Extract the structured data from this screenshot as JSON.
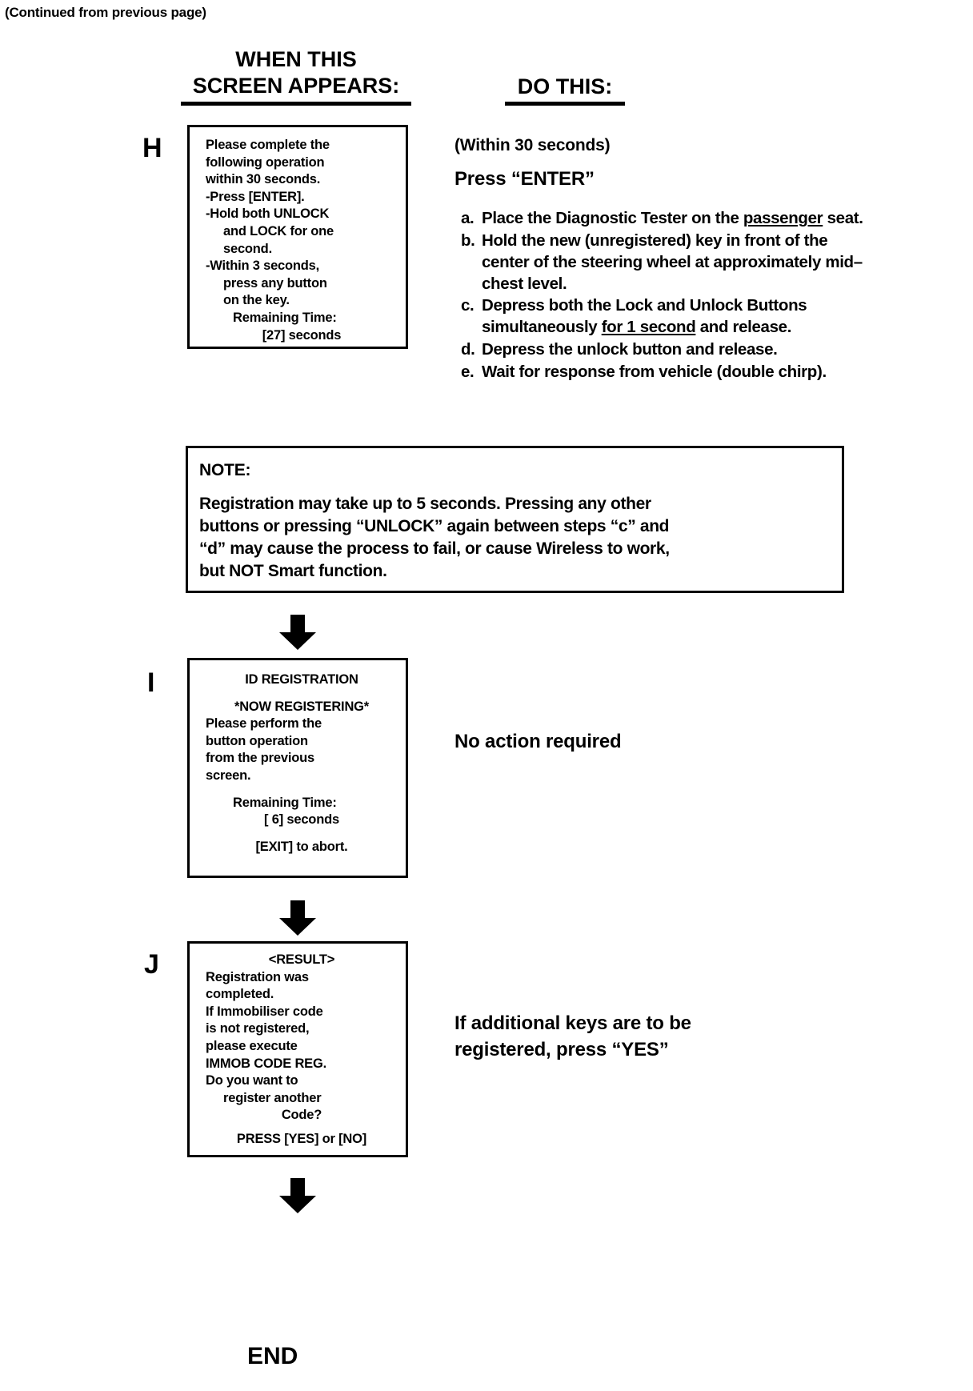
{
  "page": {
    "continued_note": "(Continued from previous page)",
    "end_label": "END"
  },
  "headers": {
    "left_line1": "WHEN THIS",
    "left_line2": "SCREEN APPEARS:",
    "right": "DO THIS:"
  },
  "flow": {
    "letter_h": "H",
    "letter_i": "I",
    "letter_j": "J"
  },
  "screen_h": {
    "lines": [
      "Please complete the",
      "following operation",
      "within 30 seconds."
    ],
    "bullets": [
      "-Press [ENTER].",
      "-Hold both UNLOCK",
      "and LOCK for one",
      "second.",
      "-Within 3 seconds,",
      "press any button",
      "on the key."
    ],
    "remaining_label": "Remaining Time:",
    "remaining_value": "[27] seconds"
  },
  "screen_i": {
    "title": "ID REGISTRATION",
    "status": "*NOW REGISTERING*",
    "lines": [
      "Please perform the",
      "button operation",
      "from the previous",
      "screen."
    ],
    "remaining_label": "Remaining Time:",
    "remaining_value": "[ 6] seconds",
    "abort": "[EXIT] to abort."
  },
  "screen_j": {
    "title": "<RESULT>",
    "lines": [
      "Registration was",
      "completed.",
      "If Immobiliser code",
      "is not registered,",
      "please execute",
      "IMMOB CODE REG.",
      "Do you want to"
    ],
    "indent_line1": "register another",
    "indent_line2": "Code?",
    "prompt": "PRESS [YES] or [NO]"
  },
  "note": {
    "title": "NOTE:",
    "line1": "Registration may take up to 5 seconds. Pressing any other",
    "line2": "buttons or pressing “UNLOCK” again between steps “c” and",
    "line3": "“d” may cause the process to fail, or cause Wireless to work,",
    "line4": "but NOT Smart function."
  },
  "instructions": {
    "timing": "(Within 30 seconds)",
    "press_enter": "Press “ENTER”",
    "steps": [
      {
        "mark": "a.",
        "parts": [
          {
            "text": "Place the Diagnostic Tester on the ",
            "underline": false
          },
          {
            "text": "passenger",
            "underline": true
          },
          {
            "text": " seat.",
            "underline": false
          }
        ]
      },
      {
        "mark": "b.",
        "parts": [
          {
            "text": "Hold the new (unregistered) key in front of the center of the steering wheel at approximately mid–chest level.",
            "underline": false
          }
        ]
      },
      {
        "mark": "c.",
        "parts": [
          {
            "text": "Depress both the Lock and Unlock Buttons simultaneously ",
            "underline": false
          },
          {
            "text": "for 1 second",
            "underline": true
          },
          {
            "text": " and release.",
            "underline": false
          }
        ]
      },
      {
        "mark": "d.",
        "parts": [
          {
            "text": "Depress the unlock button and release.",
            "underline": false
          }
        ]
      },
      {
        "mark": "e.",
        "parts": [
          {
            "text": "Wait for response from vehicle (double chirp).",
            "underline": false
          }
        ]
      }
    ],
    "no_action": "No action required",
    "additional_keys_line1": "If additional keys are to be",
    "additional_keys_line2": "registered, press “YES”"
  },
  "colors": {
    "ink": "#000000",
    "paper": "#ffffff"
  }
}
